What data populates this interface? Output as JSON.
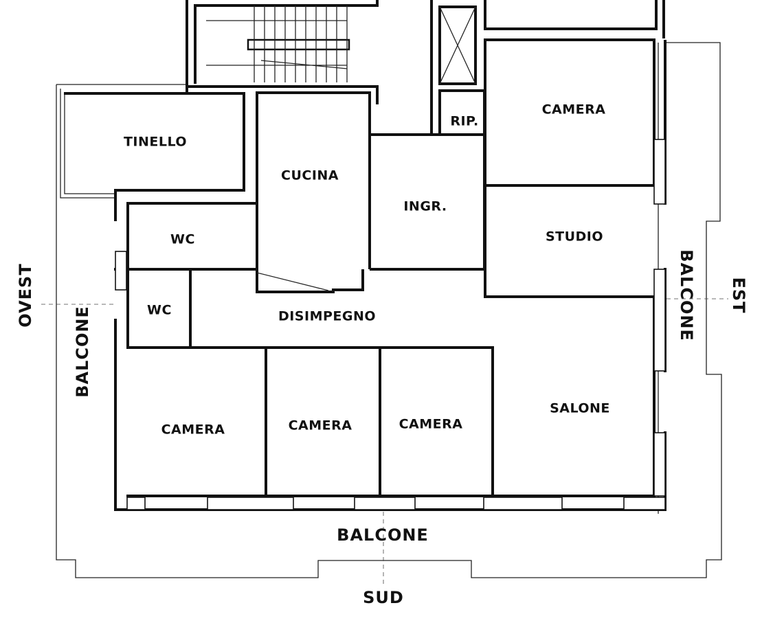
{
  "plan": {
    "rooms": {
      "tinello": "TINELLO",
      "cucina": "CUCINA",
      "ingresso": "INGR.",
      "ripostiglio": "RIP.",
      "camera_ne": "CAMERA",
      "studio": "STUDIO",
      "wc_upper": "WC",
      "wc_lower": "WC",
      "disimpegno": "DISIMPEGNO",
      "camera_sw": "CAMERA",
      "camera_s1": "CAMERA",
      "camera_s2": "CAMERA",
      "salone": "SALONE"
    },
    "balconies": {
      "west": "BALCONE",
      "east": "BALCONE",
      "south": "BALCONE"
    },
    "orientation": {
      "west": "OVEST",
      "east": "EST",
      "south": "SUD"
    }
  }
}
